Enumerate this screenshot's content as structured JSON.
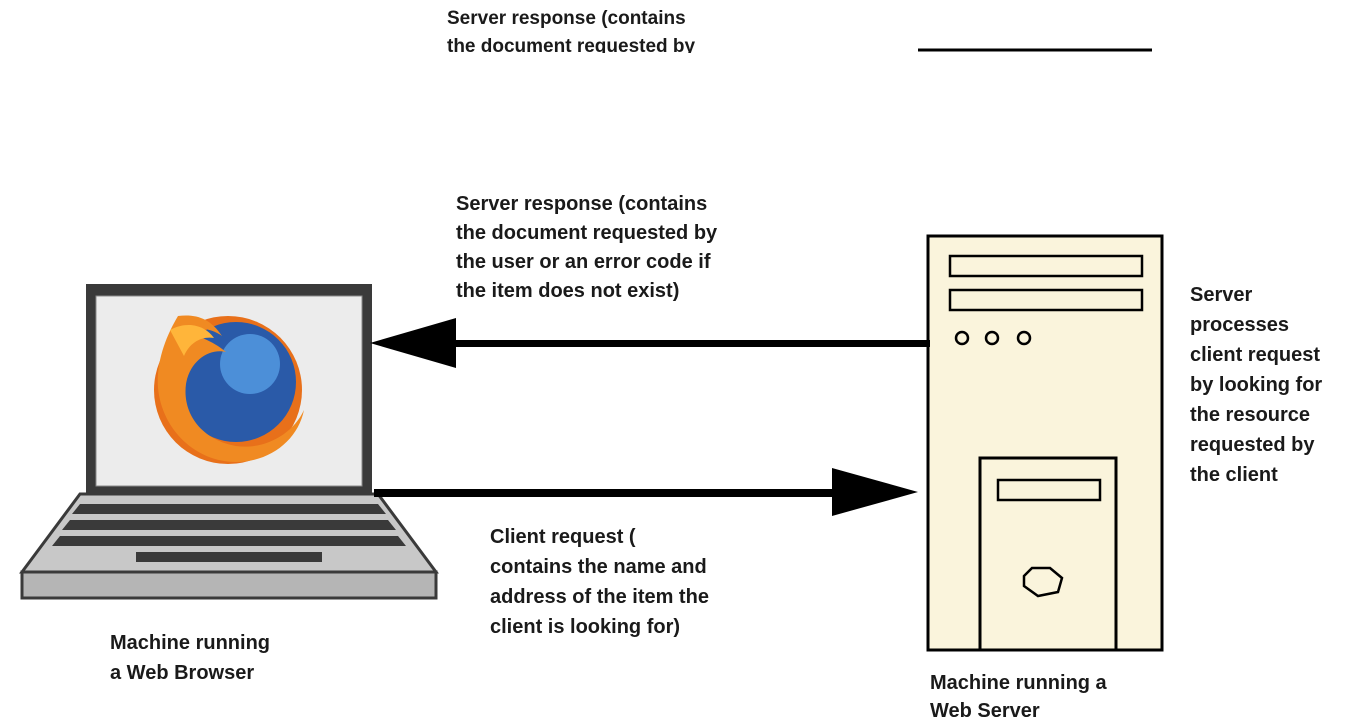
{
  "diagram": {
    "top_fragment": [
      "Server response (contains",
      "the document requested by"
    ],
    "response": [
      "Server response (contains",
      "the document requested by",
      "the user or an error code if",
      "the item does not exist)"
    ],
    "request": [
      "Client request (",
      "contains the name and",
      "address of the item the",
      "client is looking for)"
    ],
    "server_process": [
      "Server",
      "processes",
      "client request",
      "by looking for",
      "the resource",
      "requested by",
      "the client"
    ],
    "browser_label": [
      "Machine running",
      "a Web Browser"
    ],
    "server_label": [
      "Machine running a",
      "Web Server"
    ]
  },
  "colors": {
    "server_fill": "#faf4dc",
    "laptop_body": "#c8c8c8",
    "laptop_dark": "#3a3a3a",
    "screen_fill": "#ececec",
    "arrow": "#000000",
    "firefox_orange": "#e8701a",
    "firefox_blue": "#2a5aa8"
  }
}
